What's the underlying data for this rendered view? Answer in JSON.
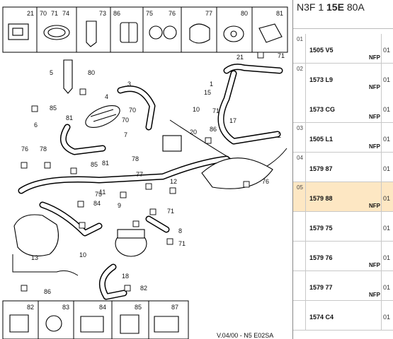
{
  "header": {
    "prefix": "N3F 1 ",
    "bold": "15E",
    "suffix": " 80A"
  },
  "diagram": {
    "top_icons": [
      "21",
      "70",
      "71",
      "74",
      "73",
      "86",
      "75",
      "76",
      "77",
      "80",
      "81"
    ],
    "bottom_icons": [
      "82",
      "83",
      "84",
      "85",
      "87"
    ],
    "callouts": [
      "1",
      "2",
      "3",
      "4",
      "5",
      "6",
      "7",
      "8",
      "9",
      "10",
      "11",
      "12",
      "13",
      "15",
      "17",
      "18",
      "20",
      "21",
      "70",
      "71",
      "75",
      "76",
      "77",
      "78",
      "80",
      "81",
      "82",
      "84",
      "85",
      "86"
    ],
    "footer_text": "V.04/00 - N5 E02SA"
  },
  "rows": [
    {
      "idx": "01",
      "sel": false,
      "lines": [
        {
          "ref": "1505 V5",
          "nfp": "NFP",
          "qty": "01"
        }
      ]
    },
    {
      "idx": "02",
      "sel": false,
      "lines": [
        {
          "ref": "1573 L9",
          "nfp": "NFP",
          "qty": "01"
        },
        {
          "ref": "1573 CG",
          "nfp": "NFP",
          "qty": "01"
        }
      ]
    },
    {
      "idx": "03",
      "sel": false,
      "lines": [
        {
          "ref": "1505 L1",
          "nfp": "NFP",
          "qty": "01"
        }
      ]
    },
    {
      "idx": "04",
      "sel": false,
      "lines": [
        {
          "ref": "1579 87",
          "nfp": "",
          "qty": "01"
        }
      ]
    },
    {
      "idx": "05",
      "sel": true,
      "lines": [
        {
          "ref": "1579 88",
          "nfp": "NFP",
          "qty": "01"
        }
      ]
    },
    {
      "idx": "",
      "sel": false,
      "lines": [
        {
          "ref": "1579 75",
          "nfp": "",
          "qty": "01"
        }
      ]
    },
    {
      "idx": "",
      "sel": false,
      "lines": [
        {
          "ref": "1579 76",
          "nfp": "NFP",
          "qty": "01"
        }
      ]
    },
    {
      "idx": "",
      "sel": false,
      "lines": [
        {
          "ref": "1579 77",
          "nfp": "NFP",
          "qty": "01"
        }
      ]
    },
    {
      "idx": "",
      "sel": false,
      "lines": [
        {
          "ref": "1574 C4",
          "nfp": "",
          "qty": "01"
        }
      ]
    }
  ]
}
